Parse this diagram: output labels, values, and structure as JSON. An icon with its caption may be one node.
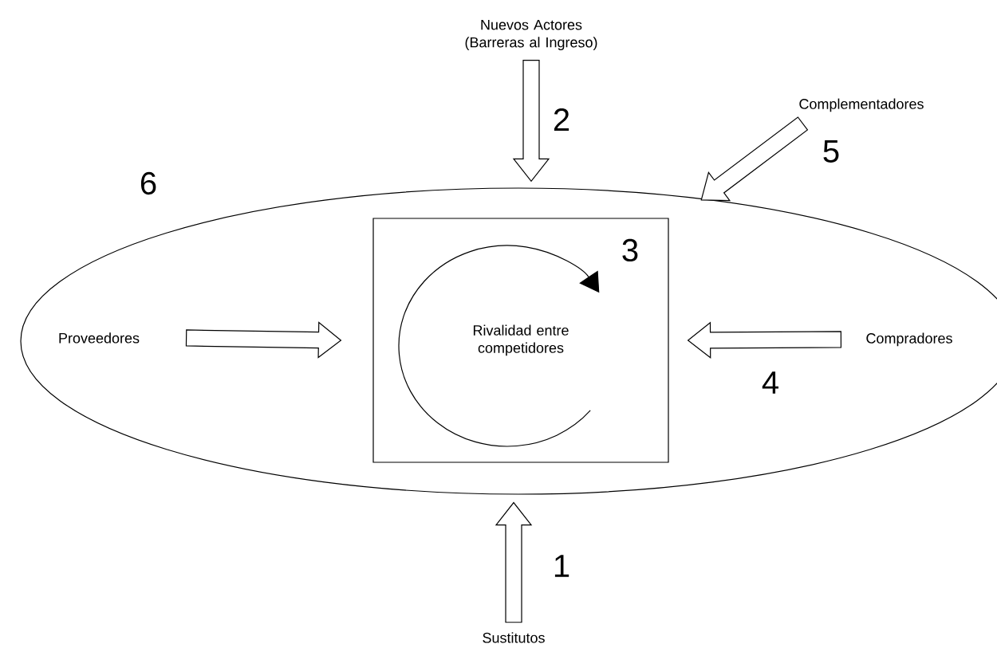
{
  "diagram": {
    "nodes": [
      {
        "text": [],
        "shape": "ellipse"
      },
      {
        "text": [
          "Rivalidad entre competidores"
        ],
        "in": 0
      },
      {
        "text": [
          "Nuevos Actores (Barreras al Ingreso)"
        ]
      },
      {
        "text": [
          "Complementadores"
        ]
      },
      {
        "text": [
          "Proveedores"
        ],
        "in": 0
      },
      {
        "text": [
          "Compradores"
        ],
        "in": 0
      },
      {
        "text": [
          "Sustitutos"
        ]
      }
    ],
    "edges": [
      {
        "from": 2,
        "to": 0,
        "arrow": "to"
      },
      {
        "from": 3,
        "to": 0,
        "arrow": "to"
      },
      {
        "from": 4,
        "to": 1,
        "arrow": "to"
      },
      {
        "from": 5,
        "to": 1,
        "arrow": "to"
      },
      {
        "from": 6,
        "to": 0,
        "arrow": "to"
      }
    ],
    "labels": [
      "2",
      "5",
      "6",
      "3",
      "4",
      "1"
    ]
  }
}
